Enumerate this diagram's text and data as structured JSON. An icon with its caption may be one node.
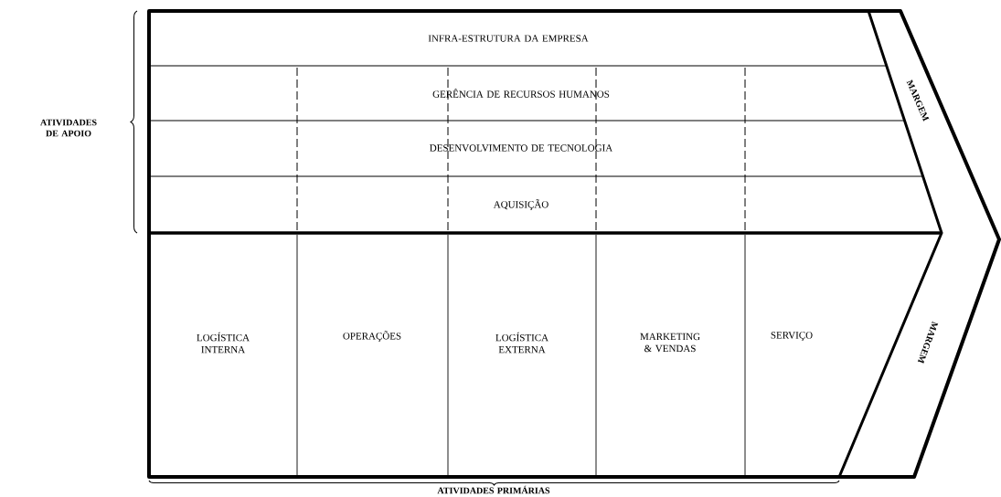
{
  "diagram": {
    "nodes": [
      {
        "text": [
          "INFRA-ESTRUTURA DA EMPRESA"
        ]
      },
      {
        "text": [
          "GERÊNCIA DE RECURSOS HUMANOS"
        ]
      },
      {
        "text": [
          "DESENVOLVIMENTO DE TECNOLOGIA"
        ]
      },
      {
        "text": [
          "AQUISIÇÃO"
        ]
      },
      {
        "text": [
          "LOGÍSTICA INTERNA"
        ]
      },
      {
        "text": [
          "OPERAÇÕES"
        ]
      },
      {
        "text": [
          "LOGÍSTICA EXTERNA"
        ]
      },
      {
        "text": [
          "MARKETING & VENDAS"
        ]
      },
      {
        "text": [
          "SERVIÇO"
        ]
      },
      {
        "text": [
          "MARGEM"
        ]
      },
      {
        "text": [
          "MARGEM"
        ]
      }
    ],
    "edges": [],
    "labels": [
      "ATIVIDADES DE APOIO",
      "ATIVIDADES PRIMÁRIAS"
    ]
  }
}
